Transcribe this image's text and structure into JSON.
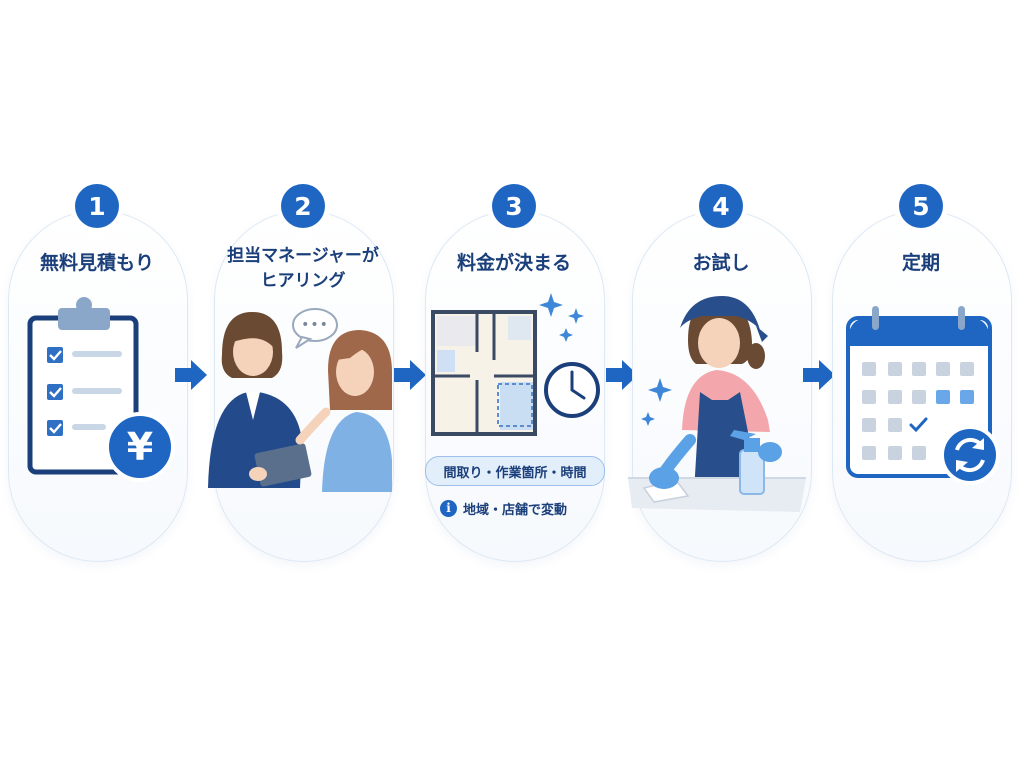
{
  "steps": [
    {
      "number": "1",
      "title": "無料見積もり",
      "icon": "clipboard-yen-icon"
    },
    {
      "number": "2",
      "title_line1": "担当マネージャーが",
      "title_line2": "ヒアリング",
      "icon": "consultation-icon",
      "speech": "•••"
    },
    {
      "number": "3",
      "title": "料金が決まる",
      "icon": "floor-plan-clock-icon",
      "tag": "間取り・作業箇所・時間",
      "note": "地域・店舗で変動",
      "note_icon": "info-icon"
    },
    {
      "number": "4",
      "title": "お試し",
      "icon": "cleaning-staff-icon"
    },
    {
      "number": "5",
      "title": "定期",
      "icon": "calendar-repeat-icon"
    }
  ],
  "currency_symbol": "¥",
  "info_symbol": "i",
  "colors": {
    "primary": "#1e66c2",
    "navy": "#1b3f7a",
    "light_blue": "#e3eefb",
    "pill_border": "#dde8f4"
  }
}
